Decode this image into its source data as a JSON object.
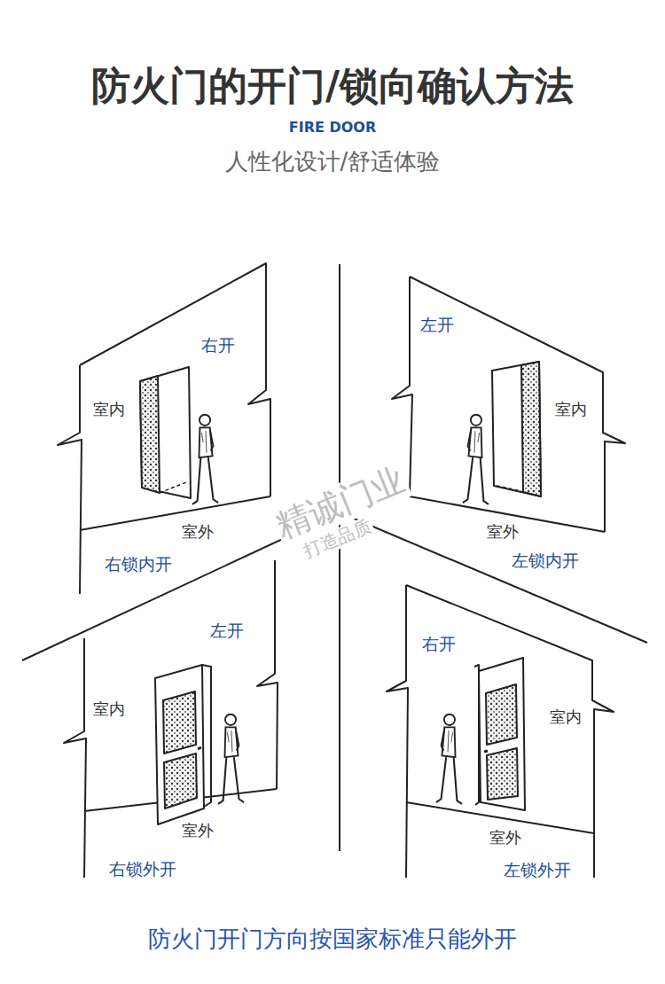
{
  "diagram": {
    "title": "防火门的开门/锁向确认方法",
    "caption": "防火门开门方向按国家标准只能外开",
    "labels": [
      "FIRE DOOR",
      "人性化设计/舒适体验",
      "右开",
      "室内",
      "室外",
      "右锁内开",
      "左开",
      "室内",
      "室外",
      "左锁内开",
      "左开",
      "室内",
      "室外",
      "右锁外开",
      "右开",
      "室内",
      "室外",
      "左锁外开",
      "精诚门业",
      "打造品质"
    ]
  }
}
